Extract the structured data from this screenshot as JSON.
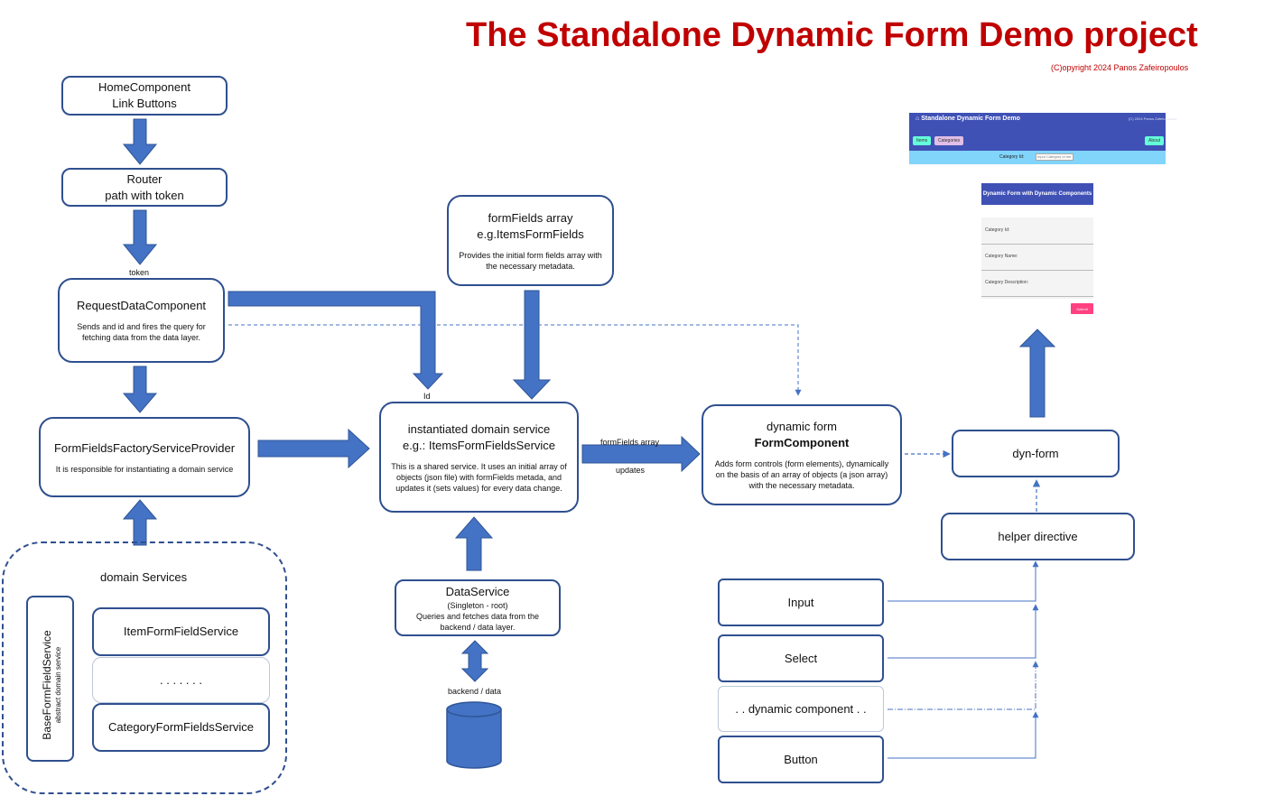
{
  "title": "The Standalone Dynamic Form Demo project",
  "copyright": "(C)opyright 2024 Panos Zafeiropoulos",
  "nodes": {
    "home": {
      "line1": "HomeComponent",
      "line2": "Link Buttons"
    },
    "router": {
      "line1": "Router",
      "line2": "path with token"
    },
    "request": {
      "title": "RequestDataComponent",
      "desc": "Sends and id and fires the query for fetching data from the data layer."
    },
    "factory": {
      "title": "FormFieldsFactoryServiceProvider",
      "desc": "It is responsible for instantiating a domain service"
    },
    "formfields": {
      "line1": "formFields array",
      "line2": "e.g.ItemsFormFields",
      "desc": "Provides the initial form fields array with the necessary metadata."
    },
    "domain_service": {
      "line1": "instantiated domain service",
      "line2": "e.g.: ItemsFormFieldsService",
      "desc": "This is a shared service. It uses an initial array of objects (json file) with formFields metada, and updates it (sets values) for every data change."
    },
    "dataservice": {
      "line1": "DataService",
      "line2": "(Singleton - root)",
      "desc": "Queries and fetches data from the backend / data layer."
    },
    "dynform": {
      "line1": "dynamic form",
      "line2": "FormComponent",
      "desc": "Adds form controls (form elements), dynamically on the basis of an array of objects (a json array) with the necessary metadata."
    },
    "dyn_form": "dyn-form",
    "helper": "helper directive",
    "input": "Input",
    "select": "Select",
    "dyncomp": ". . dynamic component . .",
    "button": "Button"
  },
  "domain_services": {
    "title": "domain Services",
    "base": "BaseFormFieldService",
    "base_sub": "abstract domain service",
    "items": [
      "ItemFormFieldService",
      ". . . . . . .",
      "CategoryFormFieldsService"
    ]
  },
  "labels": {
    "token": "token",
    "id": "Id",
    "backend": "backend / data",
    "formfields_array": "formFields array",
    "updates": "updates"
  },
  "screenshot": {
    "app_title": "Standalone Dynamic Form Demo",
    "app_copyright": "(C) 2024 Panos Zafeiropoulos",
    "nav": [
      "Items",
      "Categories"
    ],
    "about": "About",
    "category_id_label": "Category Id:",
    "category_id_placeholder": "Input Category Id her",
    "form_header": "Dynamic Form with Dynamic Components",
    "fields": [
      "Category Id:",
      "Category Name:",
      "Category Description:"
    ],
    "submit": "Submit"
  },
  "colors": {
    "title": "#c00000",
    "arrow": "#4472c4",
    "border": "#2f4f8f",
    "app_bar": "#3f51b5"
  }
}
